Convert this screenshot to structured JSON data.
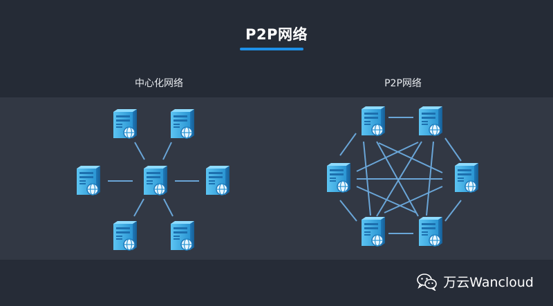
{
  "header": {
    "title": "P2P网络"
  },
  "panels": {
    "left_label": "中心化网络",
    "right_label": "P2P网络"
  },
  "watermark": {
    "text": "万云Wancloud",
    "icon": "wechat-icon"
  },
  "colors": {
    "accent": "#1e90e8",
    "server": "#3aa8e0",
    "link": "#6aa6d8",
    "background": "#242a35",
    "panel": "#323844"
  },
  "diagrams": {
    "centralized": {
      "topology": "star",
      "hub": "center",
      "spokes": [
        "top-left",
        "top-right",
        "left",
        "right",
        "bottom-left",
        "bottom-right"
      ]
    },
    "p2p": {
      "topology": "full-mesh",
      "nodes": [
        "top-left",
        "top-right",
        "right",
        "bottom-right",
        "bottom-left",
        "left"
      ]
    }
  }
}
